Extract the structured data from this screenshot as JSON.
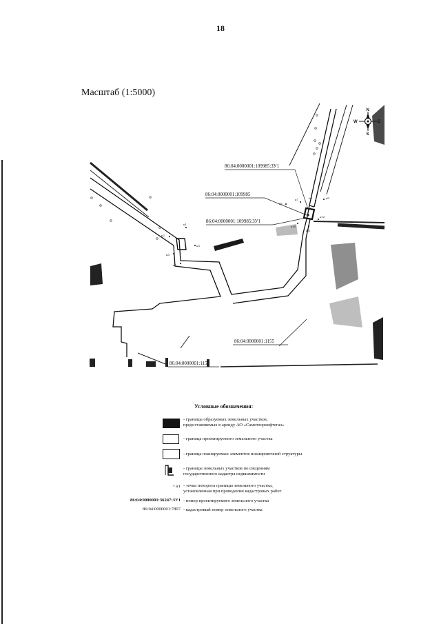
{
  "page": {
    "number": "18",
    "scale": "Масштаб (1:5000)"
  },
  "compass": {
    "n": "N",
    "s": "S",
    "w": "W",
    "e": "E"
  },
  "map": {
    "parcels": {
      "p1": "86:04:0000001:109985:ЗУ1",
      "p2": "86:04:0000001:109985",
      "p3": "86:04:0000001:109985:ЗУ1",
      "p4": "86:04:0000001:1155",
      "p5": "86:04:0000001:1156"
    },
    "points": [
      "н1",
      "н2",
      "н3",
      "н4",
      "н5",
      "н6",
      "н7",
      "н8",
      "н9",
      "н10",
      "н11",
      "н12"
    ]
  },
  "legend": {
    "title": "Условные обозначения:",
    "items": {
      "formed": "- границы образуемых земельных участков,\nпредоставляемых в аренду АО «Самотлорнефтегаз»",
      "projected": "- граница проектируемого земельного участка",
      "planned": "- граница планируемых элементов планировочной структуры",
      "cadastre": "- границы земельных участков по сведениям\nгосударственного кадастра недвижимости",
      "point_sym": "• н1",
      "point": "- точка поворота границы земельного участка,\nустановленная при проведении кадастровых работ",
      "proj_code": "86:04:0000001:36247:ЗУ1",
      "proj_num": "- номер проектируемого земельного участка",
      "cad_code": "86:04:0000001:7807",
      "cad_num": "- кадастровый номер земельного участка"
    }
  },
  "colors": {
    "ink": "#111111",
    "formed_fill": "#141414"
  }
}
